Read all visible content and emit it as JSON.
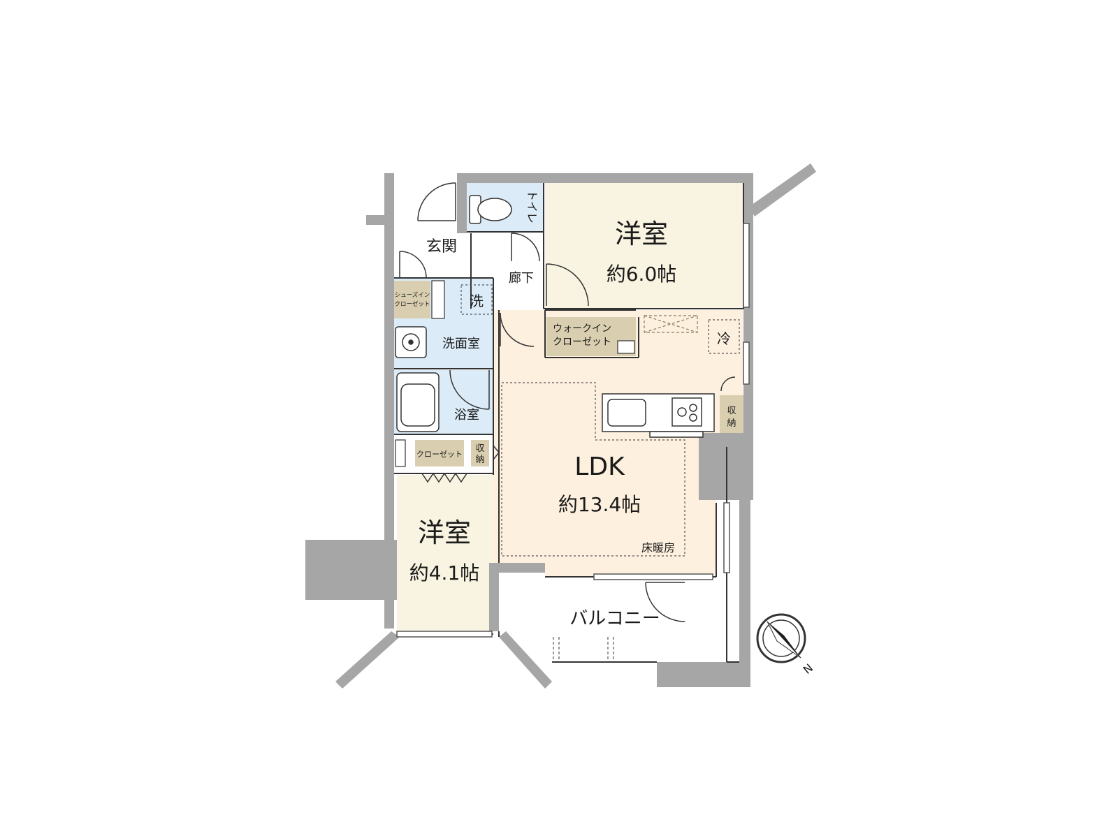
{
  "rooms": {
    "western_room_1": {
      "name": "洋室",
      "size": "約6.0帖"
    },
    "western_room_2": {
      "name": "洋室",
      "size": "約4.1帖"
    },
    "ldk": {
      "name": "LDK",
      "size": "約13.4帖",
      "floor_heating": "床暖房"
    },
    "entrance": "玄関",
    "hallway": "廊下",
    "toilet": "トイレ",
    "washroom": "洗面室",
    "bathroom": "浴室",
    "balcony": "バルコニー",
    "washer": "洗",
    "fridge": "冷"
  },
  "storage": {
    "shoes_in_closet": [
      "シューズイン",
      "クローゼット"
    ],
    "walk_in_closet": [
      "ウォークイン",
      "クローゼット"
    ],
    "closet": "クローゼット",
    "storage_a": [
      "収",
      "納"
    ],
    "storage_b": [
      "収",
      "納"
    ]
  },
  "compass": {
    "north": "N"
  },
  "colors": {
    "wall": "#a6a6a6",
    "western_room": "#f8f4e1",
    "ldk": "#fdf0de",
    "wet_area": "#dbecf8",
    "storage": "#d9ceb0",
    "line": "#333333"
  }
}
